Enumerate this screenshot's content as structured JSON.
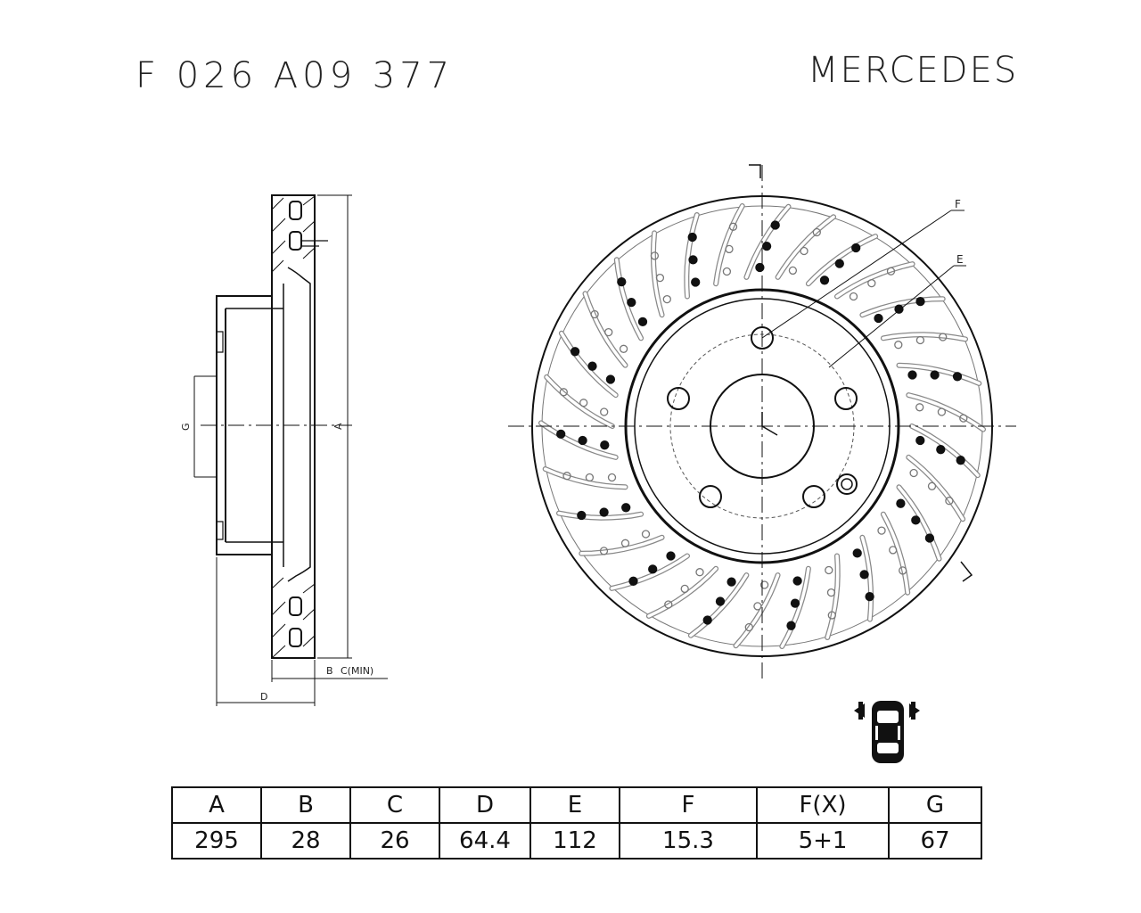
{
  "header": {
    "part_number": "F 026 A09 377",
    "brand": "MERCEDES"
  },
  "drawing": {
    "labels": {
      "a": "A",
      "b": "B",
      "c_min": "C(MIN)",
      "d": "D",
      "e": "E",
      "f": "F",
      "g": "G"
    }
  },
  "icons": {
    "position": "front-axle-car-icon"
  },
  "spec_table": {
    "headers": [
      "A",
      "B",
      "C",
      "D",
      "E",
      "F",
      "F(X)",
      "G"
    ],
    "values": [
      "295",
      "28",
      "26",
      "64.4",
      "112",
      "15.3",
      "5+1",
      "67"
    ]
  }
}
